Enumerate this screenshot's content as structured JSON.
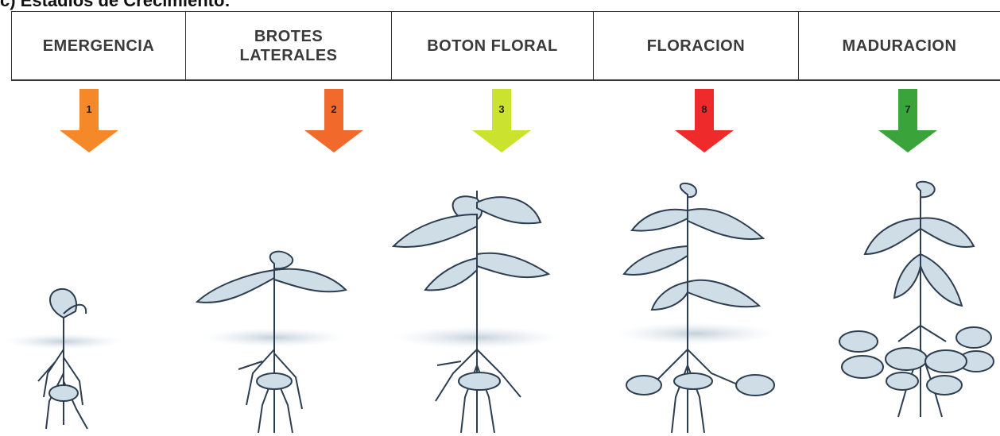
{
  "heading": "c) Estadios de Crecimiento:",
  "stages": [
    {
      "label": "EMERGENCIA",
      "number": "1",
      "arrow_color": "#f5892a"
    },
    {
      "label": "BROTES\nLATERALES",
      "number": "2",
      "arrow_color": "#f26a2b"
    },
    {
      "label": "BOTON FLORAL",
      "number": "3",
      "arrow_color": "#cbe32e"
    },
    {
      "label": "FLORACION",
      "number": "8",
      "arrow_color": "#ee2a2a"
    },
    {
      "label": "MADURACION",
      "number": "7",
      "arrow_color": "#3aa33a"
    }
  ]
}
